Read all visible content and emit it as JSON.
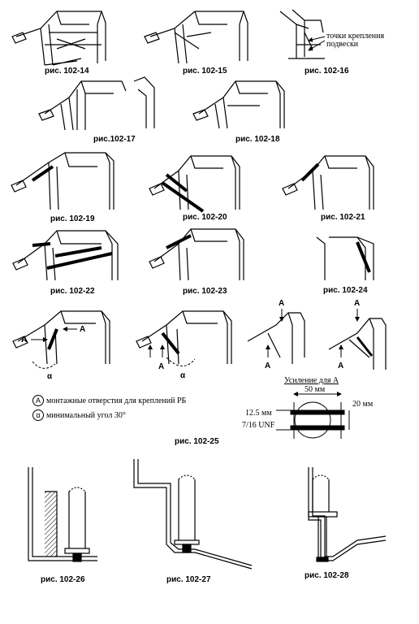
{
  "captions": {
    "f14": "рис. 102-14",
    "f15": "рис. 102-15",
    "f16": "рис. 102-16",
    "f17": "рис.102-17",
    "f18": "рис. 102-18",
    "f19": "рис. 102-19",
    "f20": "рис. 102-20",
    "f21": "рис. 102-21",
    "f22": "рис. 102-22",
    "f23": "рис. 102-23",
    "f24": "рис. 102-24",
    "f25": "рис. 102-25",
    "f26": "рис. 102-26",
    "f27": "рис. 102-27",
    "f28": "рис. 102-28"
  },
  "fig16_callout": [
    "точки крепления",
    "подвески"
  ],
  "legend": {
    "a_symbol": "A",
    "a_text": "монтажные отверстия для креплений РБ",
    "alpha_symbol": "α",
    "alpha_text": "минимальный угол 30°"
  },
  "labels": {
    "A": "A",
    "alpha": "α"
  },
  "detail": {
    "title": "Усиление для A",
    "width": "50 мм",
    "height": "20 мм",
    "bolt_size": "12.5 мм",
    "thread": "7/16 UNF"
  }
}
